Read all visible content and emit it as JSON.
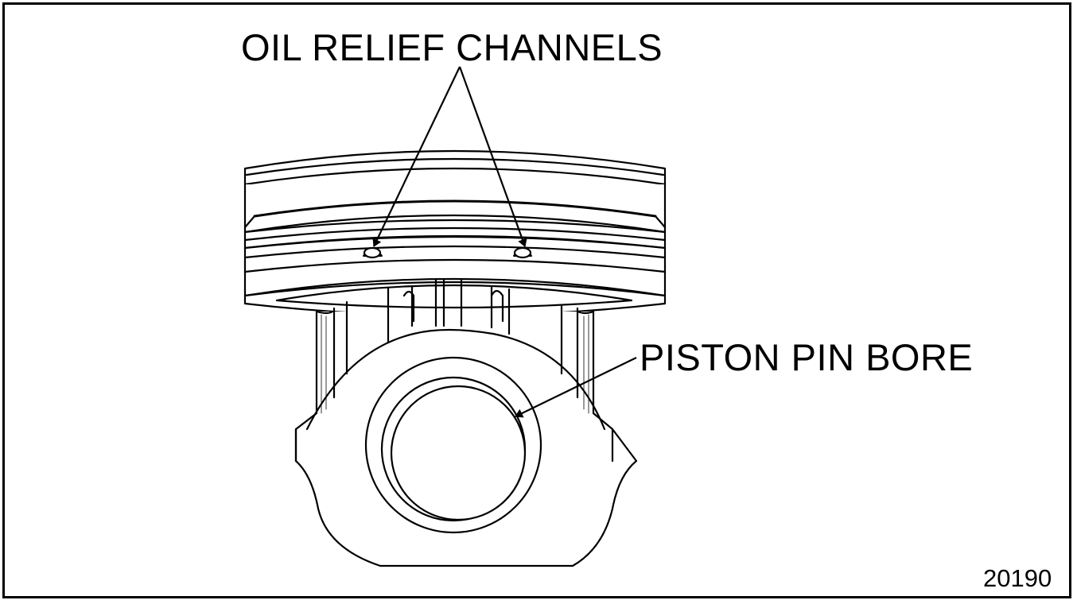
{
  "figure": {
    "figure_number": "20190",
    "subject": "piston"
  },
  "callouts": {
    "oil_relief_channels": "OIL RELIEF CHANNELS",
    "piston_pin_bore": "PISTON PIN BORE"
  },
  "colors": {
    "ink": "#000000",
    "paper": "#ffffff"
  }
}
